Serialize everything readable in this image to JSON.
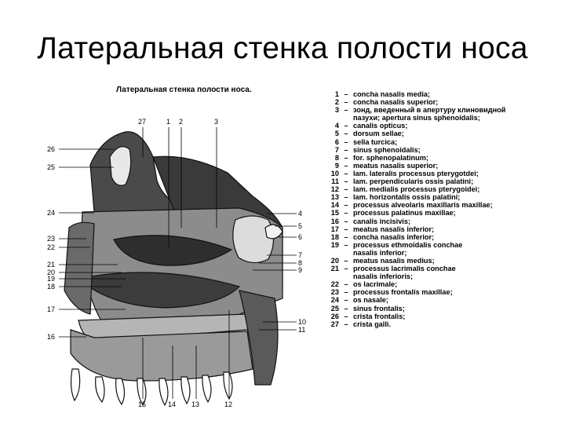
{
  "slide": {
    "title": "Латеральная стенка полости носа"
  },
  "figure": {
    "title": "Латеральная стенка полости носа.",
    "labels": [
      "27",
      "1",
      "2",
      "3",
      "26",
      "25",
      "24",
      "23",
      "22",
      "21",
      "20",
      "19",
      "18",
      "17",
      "16",
      "4",
      "5",
      "6",
      "7",
      "8",
      "9",
      "10",
      "11",
      "15",
      "14",
      "13",
      "12"
    ]
  },
  "legend": {
    "items": [
      {
        "num": "1",
        "lines": [
          "concha nasalis media;"
        ]
      },
      {
        "num": "2",
        "lines": [
          "concha nasalis superior;"
        ]
      },
      {
        "num": "3",
        "lines": [
          "зонд, введенный в апертуру клиновидной",
          "пазухи; apertura sinus sphenoidalis;"
        ]
      },
      {
        "num": "4",
        "lines": [
          "canalis opticus;"
        ]
      },
      {
        "num": "5",
        "lines": [
          "dorsum sellae;"
        ]
      },
      {
        "num": "6",
        "lines": [
          "sella turcica;"
        ]
      },
      {
        "num": "7",
        "lines": [
          "sinus sphenoidalis;"
        ]
      },
      {
        "num": "8",
        "lines": [
          "for. sphenopalatinum;"
        ]
      },
      {
        "num": "9",
        "lines": [
          "meatus nasalis superior;"
        ]
      },
      {
        "num": "10",
        "lines": [
          "lam. lateralis processus pterygotdei;"
        ]
      },
      {
        "num": "11",
        "lines": [
          "lam. perpendicularis ossis palatini;"
        ]
      },
      {
        "num": "12",
        "lines": [
          "lam. medialis processus pterygoidei;"
        ]
      },
      {
        "num": "13",
        "lines": [
          "lam. horizontalis ossis palatini;"
        ]
      },
      {
        "num": "14",
        "lines": [
          "processus alveolaris maxillaris maxillae;"
        ]
      },
      {
        "num": "15",
        "lines": [
          "processus palatinus maxillae;"
        ]
      },
      {
        "num": "16",
        "lines": [
          "canalis incisivis;"
        ]
      },
      {
        "num": "17",
        "lines": [
          "meatus nasalis inferior;"
        ]
      },
      {
        "num": "18",
        "lines": [
          "concha nasalis inferior;"
        ]
      },
      {
        "num": "19",
        "lines": [
          "processus ethmoidalis conchae",
          "nasalis inferior;"
        ]
      },
      {
        "num": "20",
        "lines": [
          "meatus nasalis medius;"
        ]
      },
      {
        "num": "21",
        "lines": [
          "processus lacrimalis conchae",
          "nasalis inferioris;"
        ]
      },
      {
        "num": "22",
        "lines": [
          "os lacrimale;"
        ]
      },
      {
        "num": "23",
        "lines": [
          "processus frontalis maxillae;"
        ]
      },
      {
        "num": "24",
        "lines": [
          "os nasale;"
        ]
      },
      {
        "num": "25",
        "lines": [
          "sinus frontalis;"
        ]
      },
      {
        "num": "26",
        "lines": [
          "crista frontalis;"
        ]
      },
      {
        "num": "27",
        "lines": [
          "crista galli."
        ]
      }
    ]
  }
}
